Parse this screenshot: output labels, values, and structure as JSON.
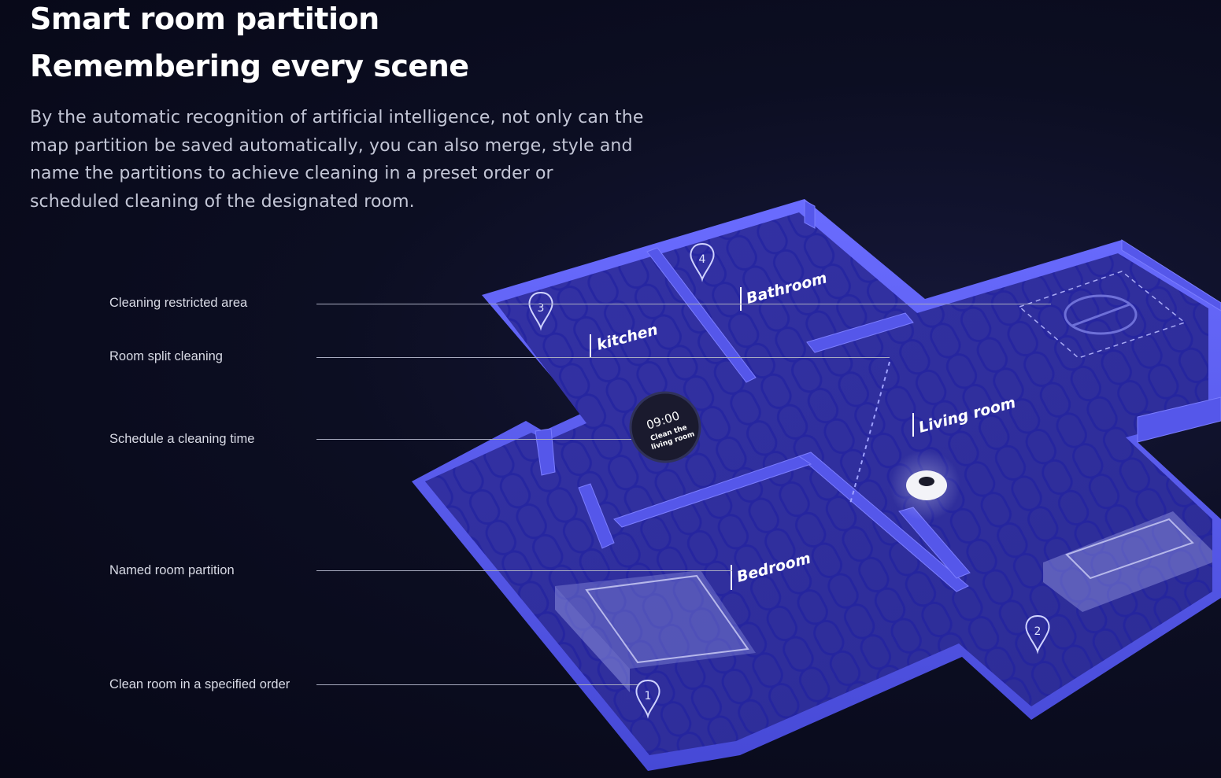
{
  "header": {
    "title_line1": "Smart room partition",
    "title_line2": "Remembering every scene"
  },
  "description": "By the automatic recognition of artificial intelligence, not only can the map partition be saved automatically, you can also merge, style and name the partitions to achieve cleaning in a preset order or scheduled cleaning of the designated room.",
  "callouts": [
    {
      "label": "Cleaning restricted area"
    },
    {
      "label": "Room split cleaning"
    },
    {
      "label": "Schedule a cleaning time"
    },
    {
      "label": "Named room partition"
    },
    {
      "label": "Clean room in a specified order"
    }
  ],
  "rooms": {
    "kitchen": "kitchen",
    "bathroom": "Bathroom",
    "living_room": "Living room",
    "bedroom": "Bedroom"
  },
  "schedule": {
    "time": "09:00",
    "line1": "Clean the",
    "line2": "living room"
  },
  "order_pins": [
    "1",
    "2",
    "3",
    "4"
  ],
  "colors": {
    "background": "#0a0c1e",
    "floor": "#3b3bb8",
    "wall": "#5b5ef0",
    "accent": "#ffffff"
  }
}
